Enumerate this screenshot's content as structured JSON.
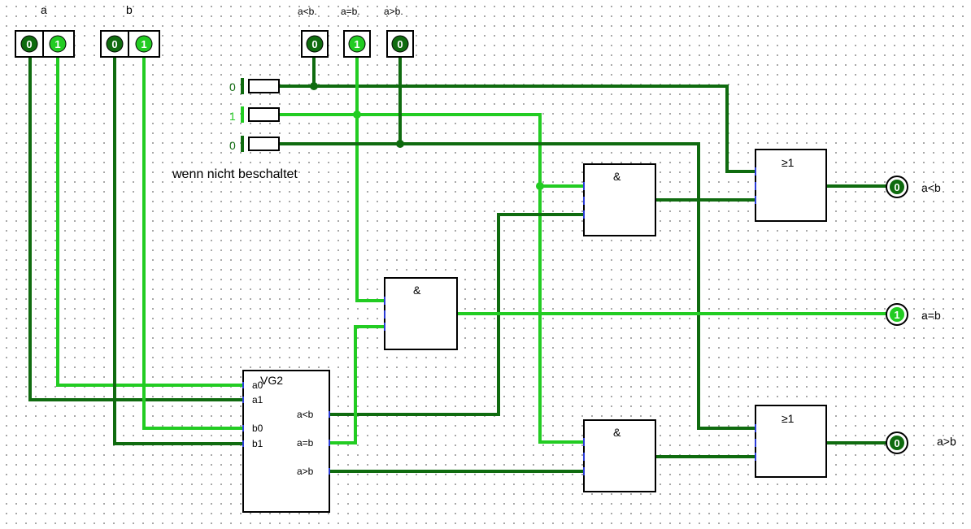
{
  "colors": {
    "wire_low": "#0f6b0f",
    "wire_high": "#22cc22",
    "pin": "#2a3bd6",
    "outline": "#000000"
  },
  "inputs": {
    "a_label": "a",
    "b_label": "b",
    "a_bits": [
      "0",
      "1"
    ],
    "b_bits": [
      "0",
      "1"
    ]
  },
  "cascade_inputs": {
    "lt_label": "a<b.",
    "eq_label": "a=b.",
    "gt_label": "a>b.",
    "lt_value": "0",
    "eq_value": "1",
    "gt_value": "0"
  },
  "defaults": {
    "values": [
      "0",
      "1",
      "0"
    ],
    "note": "wenn nicht beschaltet"
  },
  "comparator": {
    "title": "VG2",
    "in_a0": "a0",
    "in_a1": "a1",
    "in_b0": "b0",
    "in_b1": "b1",
    "out_lt": "a<b",
    "out_eq": "a=b",
    "out_gt": "a>b"
  },
  "gates": {
    "and_symbol": "&",
    "or_symbol": "≥1"
  },
  "outputs": {
    "lt_label": "a<b",
    "eq_label": "a=b",
    "gt_label": "a>b",
    "lt_value": "0",
    "eq_value": "1",
    "gt_value": "0"
  }
}
